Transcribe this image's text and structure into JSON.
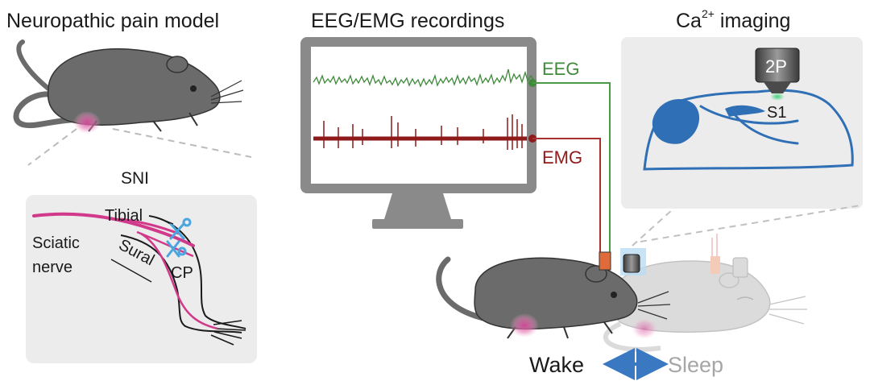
{
  "panels": {
    "neuropathic": {
      "title": "Neuropathic pain model",
      "sni_title": "SNI",
      "nerve_labels": {
        "tibial": "Tibial",
        "sural": "Sural",
        "cp": "CP",
        "sciatic_line1": "Sciatic",
        "sciatic_line2": "nerve"
      }
    },
    "recordings": {
      "title": "EEG/EMG recordings",
      "eeg_label": "EEG",
      "emg_label": "EMG"
    },
    "imaging": {
      "title_base": "Ca",
      "title_sup": "2+",
      "title_rest": " imaging",
      "objective_label": "2P",
      "region_label": "S1"
    },
    "states": {
      "wake": "Wake",
      "sleep": "Sleep"
    }
  },
  "colors": {
    "eeg": "#3e8a3a",
    "emg": "#8e1a1a",
    "brain": "#2f6fb5",
    "nerve": "#d13a8a",
    "pain_glow": "#d6469a",
    "arrow": "#3a78c2",
    "panel_bg": "#ececec",
    "monitor": "#8a8a8a",
    "mouse": "#6b6b6b",
    "sleep_text": "#a6a6a6"
  }
}
